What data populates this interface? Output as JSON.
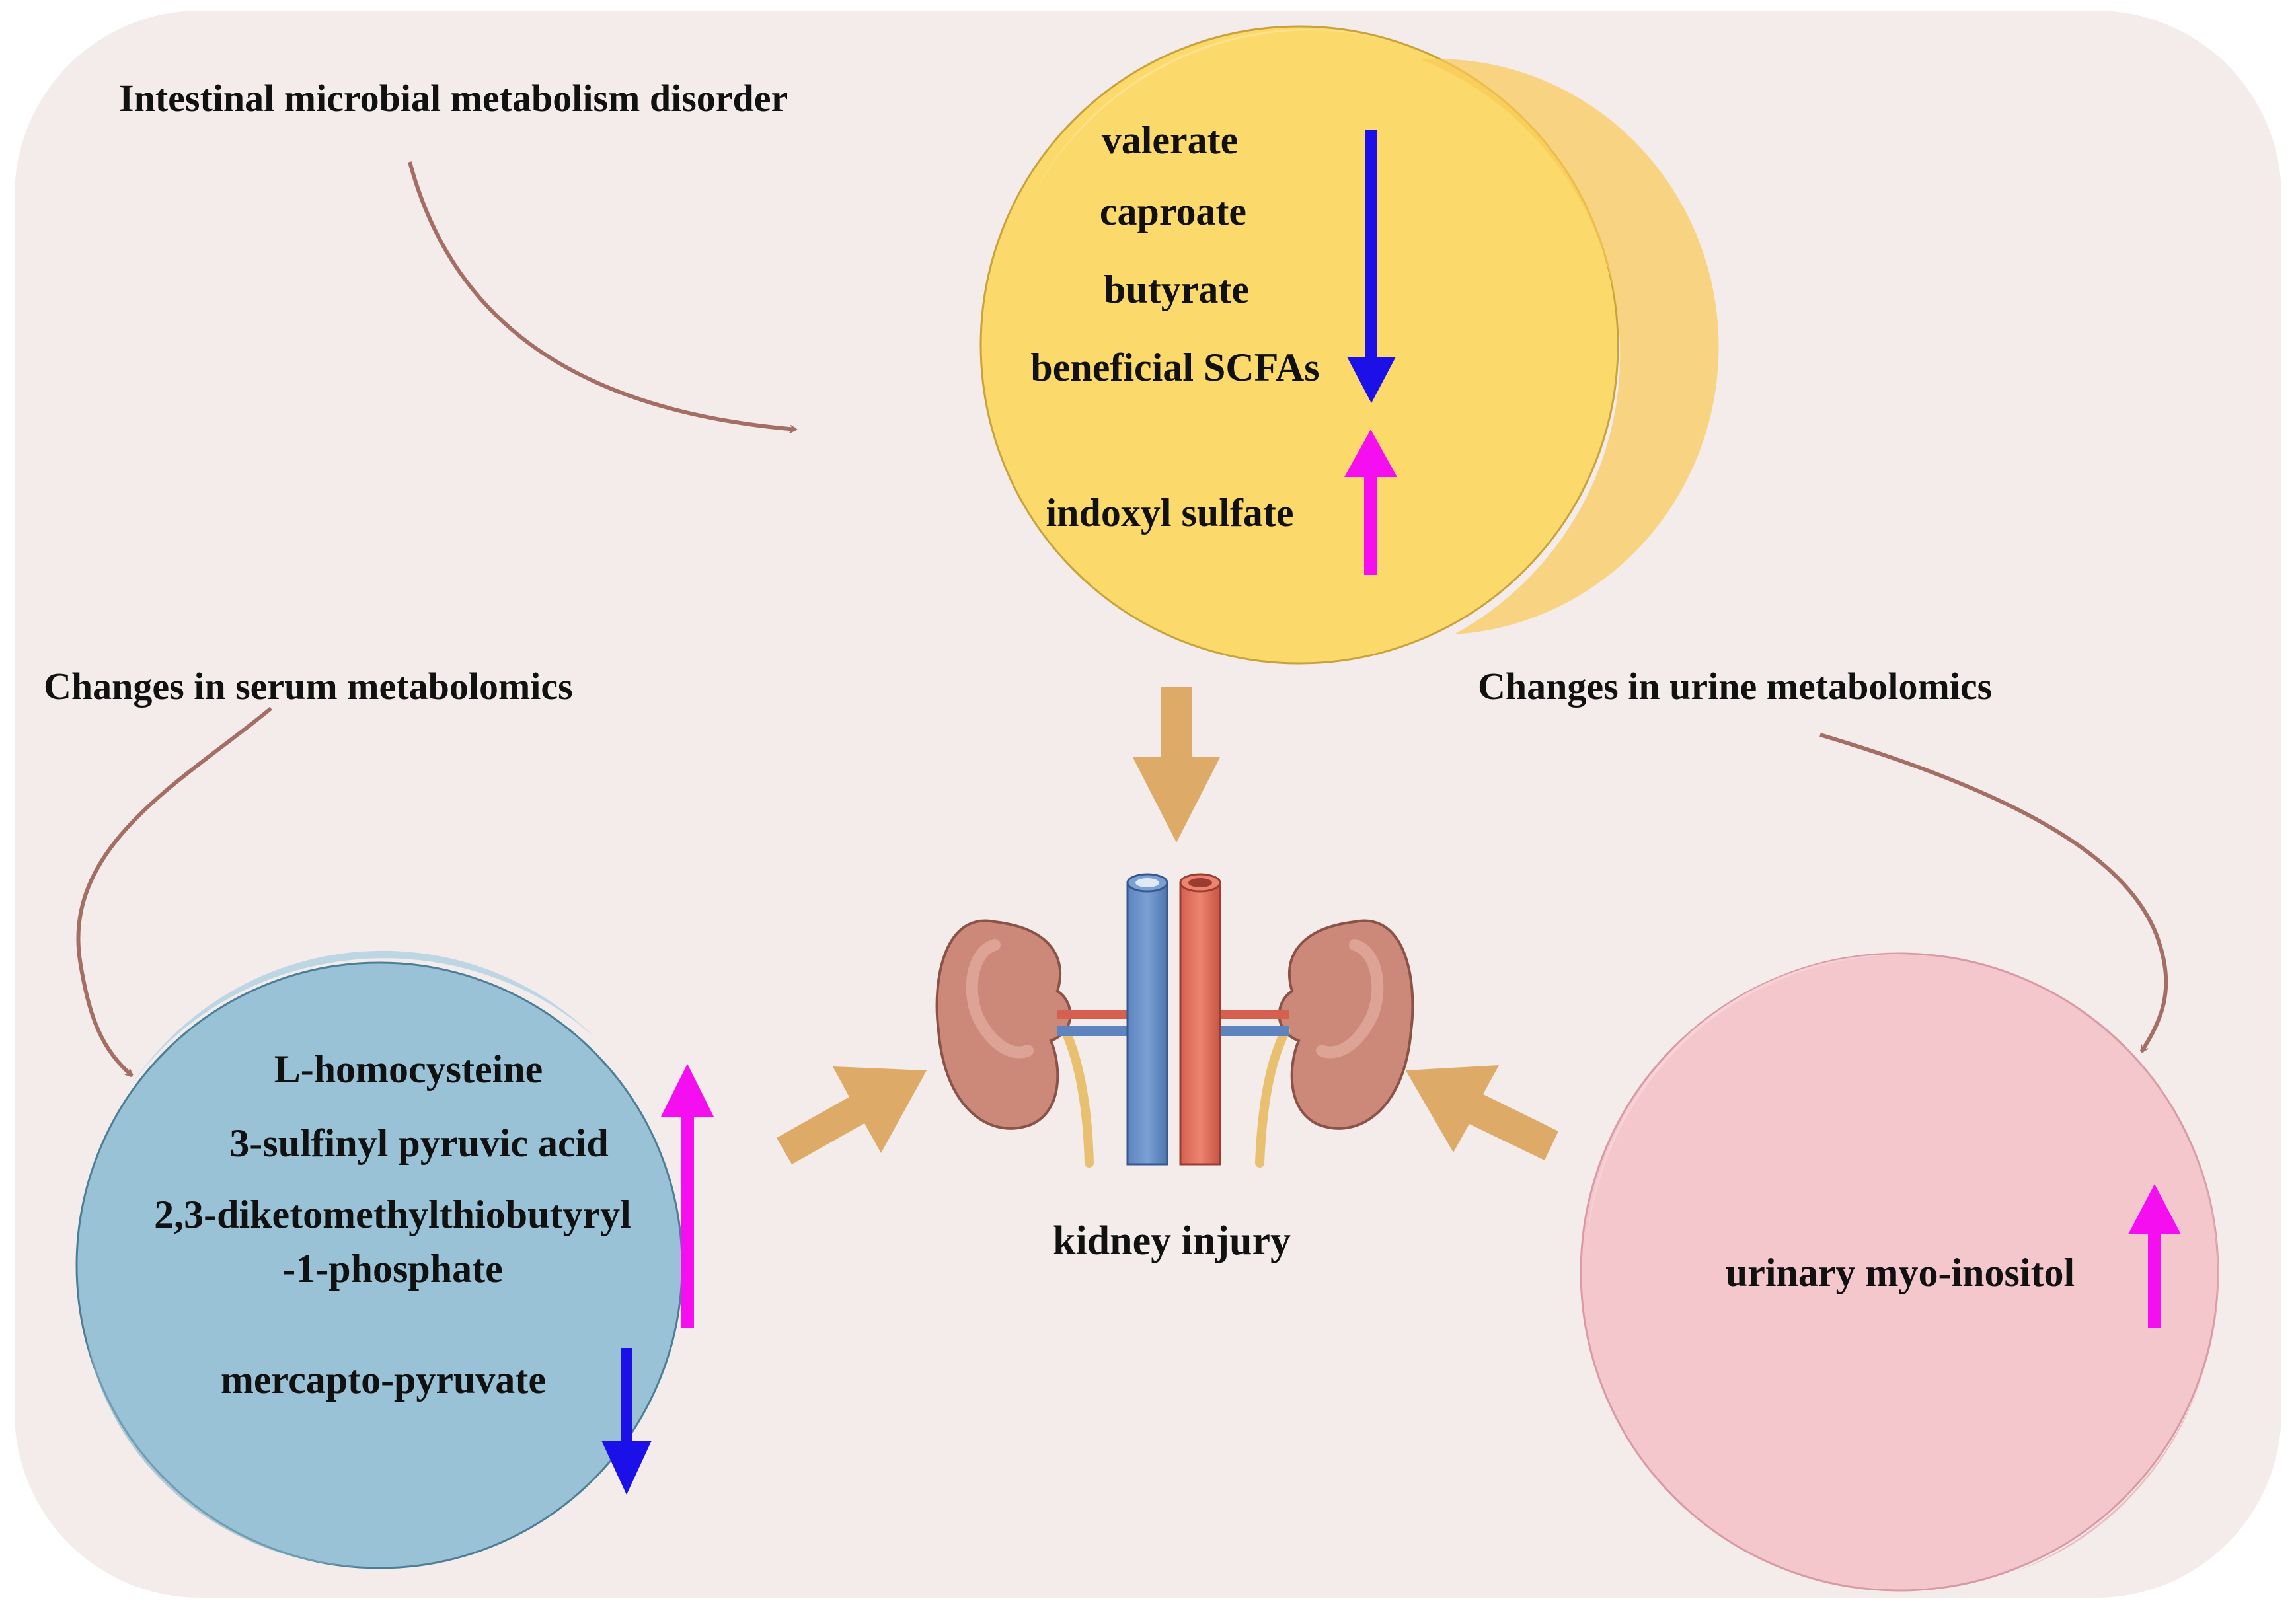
{
  "gut": {
    "heading": "Intestinal microbial metabolism disorder",
    "items": [
      "valerate",
      "caproate",
      "butyrate",
      "beneficial SCFAs",
      "indoxyl sulfate"
    ]
  },
  "serum": {
    "heading": "Changes in serum metabolomics",
    "items": [
      "L-homocysteine",
      "3-sulfinyl pyruvic acid",
      "2,3-diketomethylthiobutyryl",
      "-1-phosphate",
      "mercapto-pyruvate"
    ]
  },
  "urine": {
    "heading": "Changes in urine metabolomics",
    "items": [
      "urinary myo-inositol"
    ]
  },
  "center": {
    "label": "kidney injury"
  },
  "colors": {
    "background_panel": "#f3ecea",
    "gut_circle": "#fbd96a",
    "serum_circle": "#9ac2d6",
    "urine_circle": "#f3c7cc",
    "decrease_arrow": "#1b10e8",
    "increase_arrow": "#f40ef0",
    "connector_arrow": "#a46e64",
    "block_arrow": "#deaa68"
  }
}
